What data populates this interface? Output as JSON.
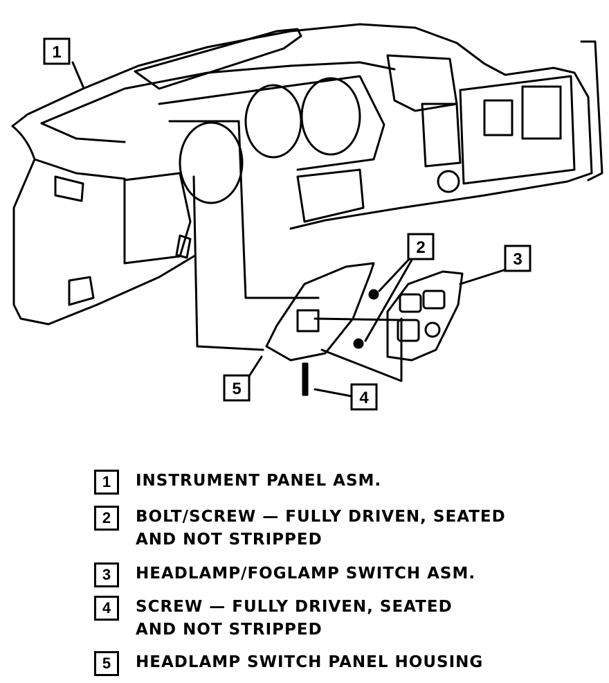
{
  "callouts": [
    {
      "number": "1"
    },
    {
      "number": "2"
    },
    {
      "number": "3"
    },
    {
      "number": "4"
    },
    {
      "number": "5"
    }
  ],
  "legend": [
    {
      "number": "1",
      "text": "INSTRUMENT PANEL ASM."
    },
    {
      "number": "2",
      "text": "BOLT/SCREW — FULLY DRIVEN, SEATED\nAND NOT STRIPPED"
    },
    {
      "number": "3",
      "text": "HEADLAMP/FOGLAMP SWITCH ASM."
    },
    {
      "number": "4",
      "text": "SCREW — FULLY DRIVEN, SEATED\nAND NOT STRIPPED"
    },
    {
      "number": "5",
      "text": "HEADLAMP SWITCH PANEL HOUSING"
    }
  ]
}
